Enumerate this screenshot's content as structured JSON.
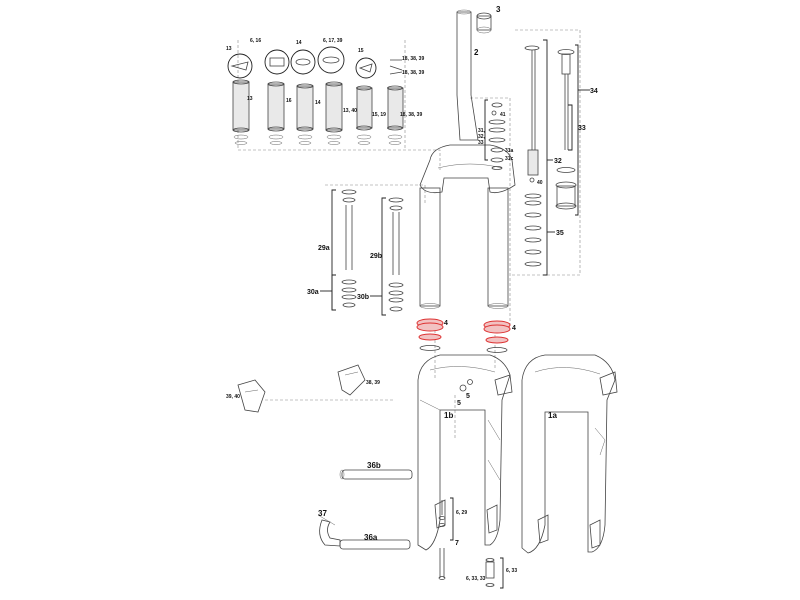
{
  "callouts": {
    "c1a": "1a",
    "c1b": "1b",
    "c2": "2",
    "c3": "3",
    "c4a": "4",
    "c4b": "4",
    "c5a": "5",
    "c5b": "5",
    "c6_16": "6, 16",
    "c6_17_39": "6, 17, 39",
    "c13a": "13",
    "c13b": "13",
    "c14a": "14",
    "c14b": "14",
    "c15a": "15",
    "c15_19": "15, 19",
    "c16": "16",
    "c13_40": "13, 40",
    "c18_38_39a": "18, 38, 39",
    "c18_38_39b": "18, 38, 39",
    "c18_38_39c": "18, 38, 39",
    "c41": "41",
    "c31_32_33": "31,\n32,\n33",
    "c31a": "31a",
    "c31b": "31c",
    "c40": "40",
    "c32": "32",
    "c33": "33",
    "c34": "34",
    "c35": "35",
    "c29a": "29a",
    "c29b": "29b",
    "c30a": "30a",
    "c30b": "30b",
    "c38_39": "38, 39",
    "c39_40": "39, 40",
    "c36a": "36a",
    "c36b": "36b",
    "c37": "37",
    "c6_29": "6, 29",
    "c7": "7",
    "c6_33b": "6, 33",
    "c6_33_33": "6, 33, 33"
  }
}
